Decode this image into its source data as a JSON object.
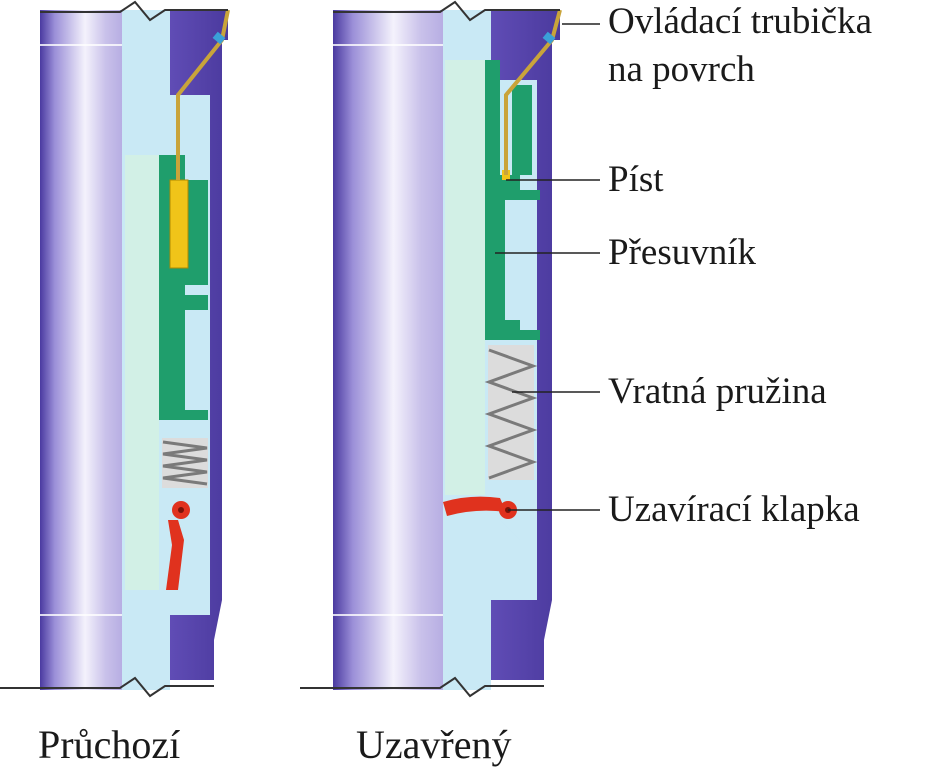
{
  "labels": {
    "control_line": "Ovládací trubička",
    "control_line_2": "na povrch",
    "piston": "Píst",
    "flow_tube": "Přesuvník",
    "spring": "Vratná pružina",
    "flapper": "Uzavírací klapka"
  },
  "captions": {
    "open": "Průchozí",
    "closed": "Uzavřený"
  },
  "colors": {
    "housing": "#6a52bc",
    "housing_dark": "#4b3a9e",
    "bore_light": "#f3f1fb",
    "bore_mid": "#c6bfe8",
    "annulus": "#c9e9f5",
    "flow_tube_light": "#d2f0e6",
    "flow_tube": "#1f9e6c",
    "piston": "#f0c419",
    "flapper": "#e0321e",
    "control_line": "#c9a43a"
  }
}
